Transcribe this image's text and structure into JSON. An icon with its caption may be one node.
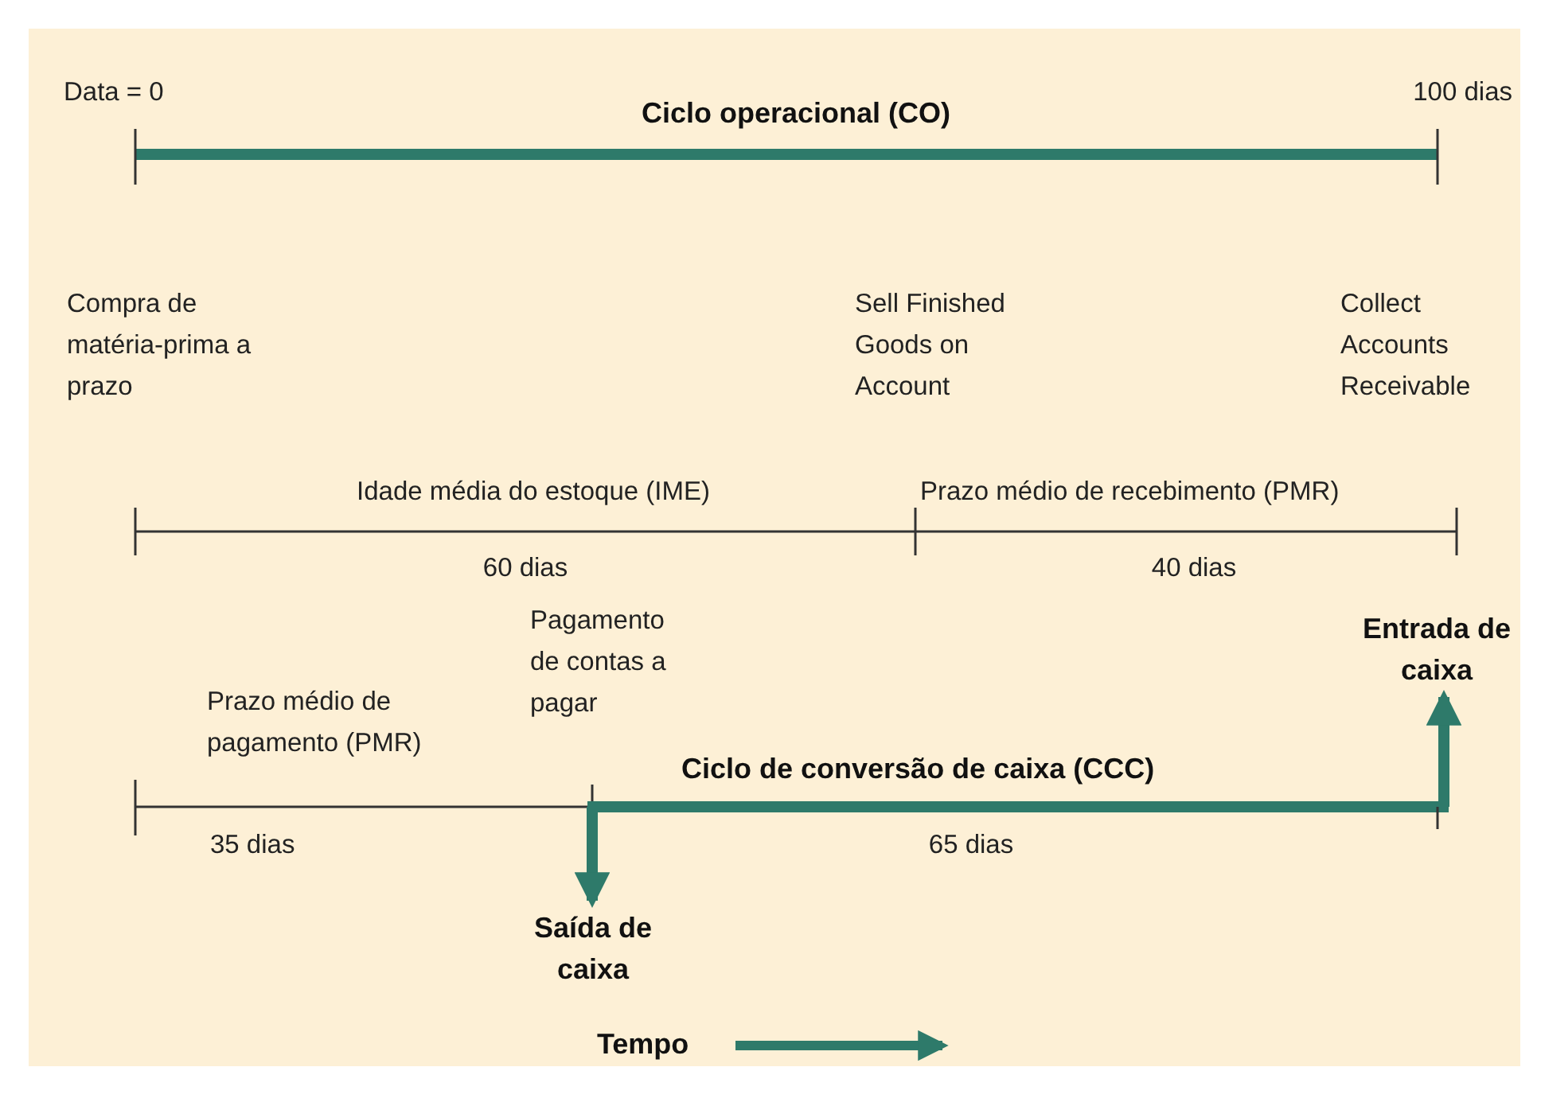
{
  "diagram": {
    "nodes": [
      {
        "text": [
          "Saída de caixa"
        ]
      },
      {
        "text": [
          "Entrada de caixa"
        ]
      }
    ],
    "edges": [
      {
        "from": null,
        "to": 0,
        "arrow": "to"
      },
      {
        "from": null,
        "to": 1,
        "arrow": "to"
      }
    ],
    "labels": [
      "Data = 0",
      "100 dias",
      "Ciclo operacional (CO)",
      "Compra de matéria-prima a prazo",
      "Sell Finished Goods on Account",
      "Collect Accounts Receivable",
      "Idade média do estoque (IME)",
      "Prazo médio de recebimento (PMR)",
      "60 dias",
      "40 dias",
      "Prazo médio de pagamento (PMR)",
      "Pagamento de contas a pagar",
      "Ciclo de conversão de caixa (CCC)",
      "35 dias",
      "65 dias",
      "Tempo"
    ]
  }
}
